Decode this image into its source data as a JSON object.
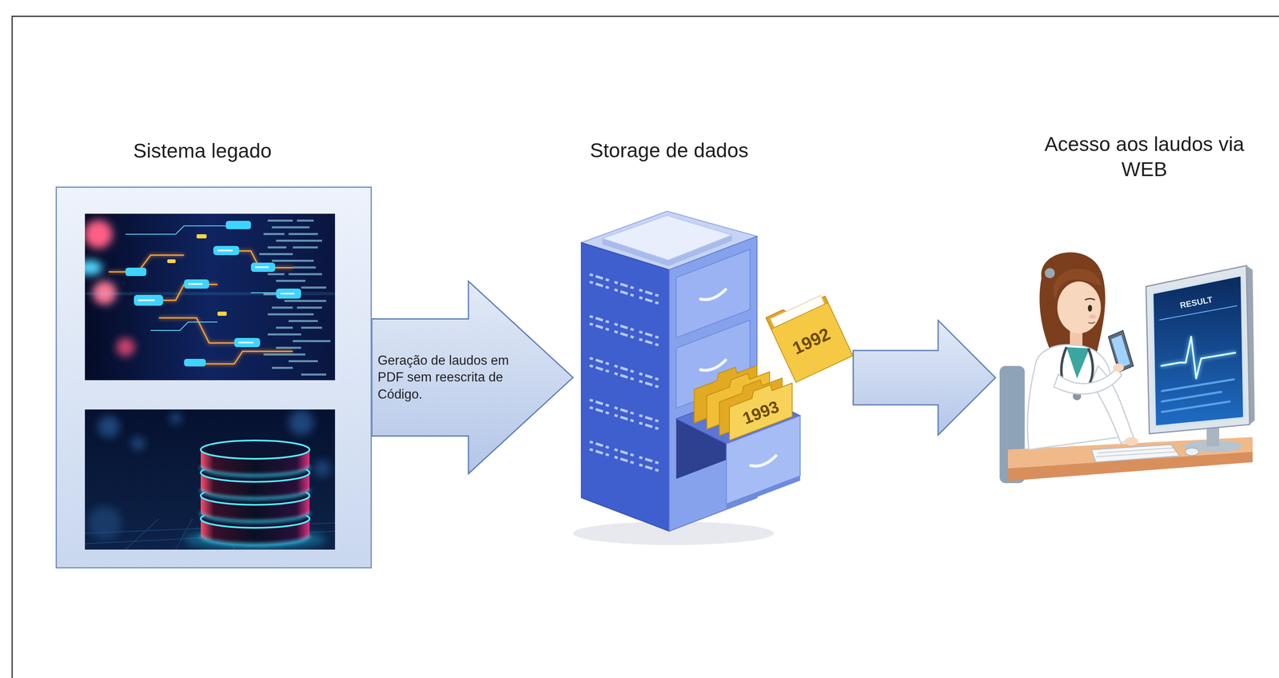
{
  "diagram": {
    "nodes": [
      {
        "text": [
          "Sistema legado"
        ]
      },
      {
        "text": [
          "Storage de dados"
        ]
      },
      {
        "text": [
          "Acesso aos laudos via WEB"
        ]
      }
    ],
    "edges": [
      {
        "from": 0,
        "to": 1,
        "arrow": "to",
        "label": "Geração de laudos em PDF sem reescrita de Código."
      },
      {
        "from": 1,
        "to": 2,
        "arrow": "to"
      }
    ],
    "labels": [
      "1992",
      "1993",
      "RESULT"
    ]
  }
}
